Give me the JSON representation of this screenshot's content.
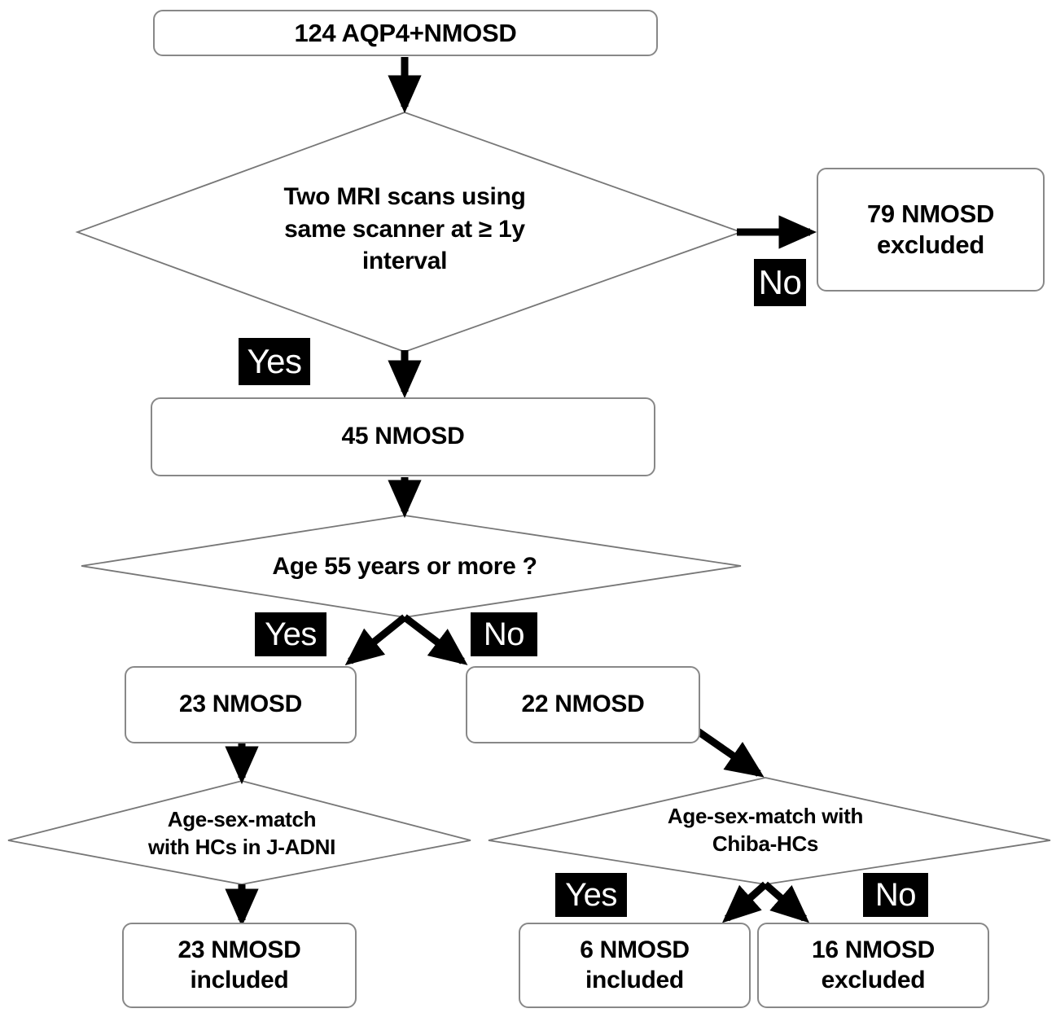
{
  "diagram": {
    "title": "NMOSD study participant selection flowchart",
    "colors": {
      "box_border": "#888888",
      "diamond_stroke": "#777777",
      "arrow": "#000000",
      "badge_bg": "#000000",
      "badge_text": "#ffffff",
      "canvas": "#ffffff"
    },
    "nodes": {
      "start_cohort": {
        "label": "124 AQP4+NMOSD"
      },
      "decision_mri": {
        "label": "Two MRI scans using\nsame scanner at ≥ 1y\ninterval"
      },
      "excluded_79": {
        "label": "79 NMOSD\nexcluded"
      },
      "cohort_45": {
        "label": "45 NMOSD"
      },
      "decision_age": {
        "label": "Age 55 years or more ?"
      },
      "cohort_23": {
        "label": "23 NMOSD"
      },
      "cohort_22": {
        "label": "22 NMOSD"
      },
      "decision_jadni": {
        "label": "Age-sex-match\nwith HCs in J-ADNI"
      },
      "decision_chiba": {
        "label": "Age-sex-match with\nChiba-HCs"
      },
      "included_23": {
        "label": "23 NMOSD\nincluded"
      },
      "included_6": {
        "label": "6 NMOSD\nincluded"
      },
      "excluded_16": {
        "label": "16 NMOSD\nexcluded"
      }
    },
    "branch_labels": {
      "mri_no": "No",
      "mri_yes": "Yes",
      "age_yes": "Yes",
      "age_no": "No",
      "chiba_yes": "Yes",
      "chiba_no": "No"
    }
  }
}
